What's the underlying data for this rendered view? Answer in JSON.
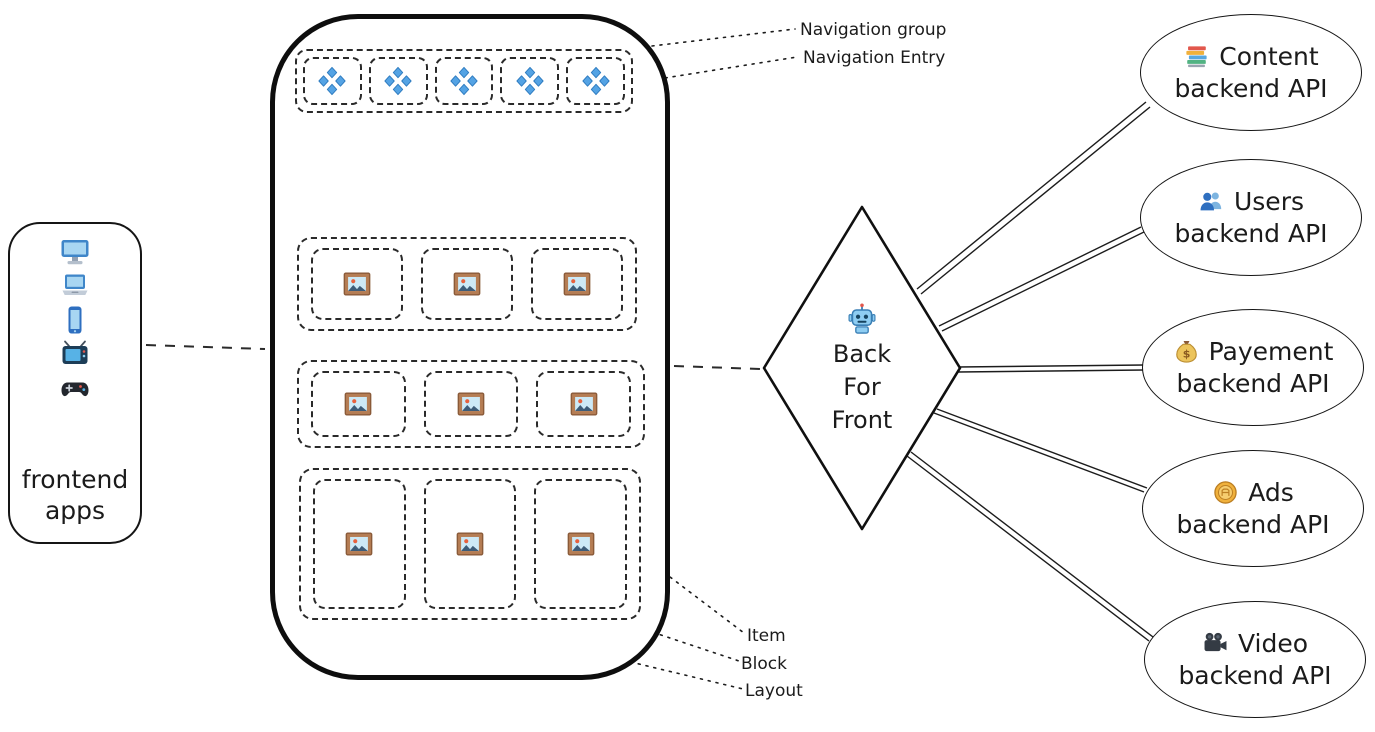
{
  "colors": {
    "stroke": "#111111",
    "accent_blue": "#54a3e4",
    "background": "#ffffff"
  },
  "frontend": {
    "label": "frontend apps",
    "icons": [
      "desktop-icon",
      "laptop-icon",
      "smartphone-icon",
      "tv-icon",
      "gamepad-icon"
    ]
  },
  "layout": {
    "navigation_entry_count": 5,
    "block_count": 3,
    "items_per_block": 3
  },
  "annotations": {
    "navigation_group": "Navigation group",
    "navigation_entry": "Navigation Entry",
    "item": "Item",
    "block": "Block",
    "layout": "Layout"
  },
  "bff": {
    "icon": "robot-icon",
    "lines": [
      "Back",
      "For",
      "Front"
    ]
  },
  "backends": [
    {
      "icon": "books-icon",
      "name": "Content",
      "sub": "backend API"
    },
    {
      "icon": "users-icon",
      "name": "Users",
      "sub": "backend API"
    },
    {
      "icon": "moneybag-icon",
      "name": "Payement",
      "sub": "backend API"
    },
    {
      "icon": "coin-icon",
      "name": "Ads",
      "sub": "backend API"
    },
    {
      "icon": "video-camera-icon",
      "name": "Video",
      "sub": "backend API"
    }
  ]
}
